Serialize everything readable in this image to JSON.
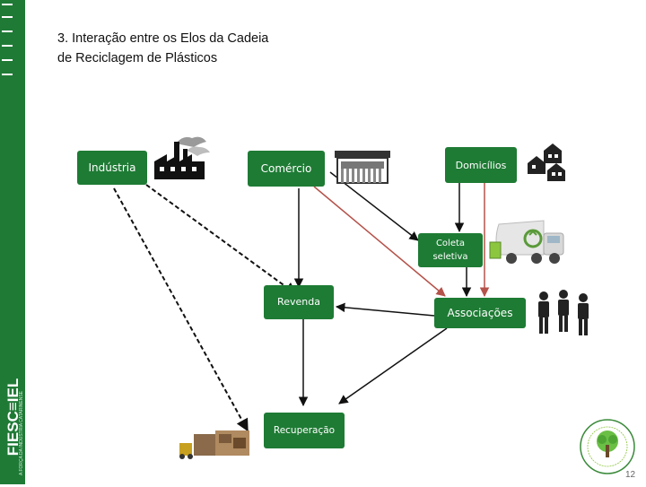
{
  "sidebar": {
    "brand": "FIESC≡IEL",
    "tagline": "A FORÇA DA INDÚSTRIA CATARINENSE"
  },
  "slide": {
    "title_line1": "3. Interação entre os Elos da Cadeia",
    "title_line2": "de Reciclagem de Plásticos",
    "page_number": "12"
  },
  "nodes": {
    "industria": "Indústria",
    "comercio": "Comércio",
    "domicilios": "Domicílios",
    "coleta_line1": "Coleta",
    "coleta_line2": "seletiva",
    "revenda": "Revenda",
    "associacoes": "Associações",
    "recuperacao": "Recuperação"
  },
  "colors": {
    "node": "#1e7b34",
    "sidebar": "#1f7a36",
    "arrow_black": "#111111",
    "arrow_red": "#b5524a"
  }
}
